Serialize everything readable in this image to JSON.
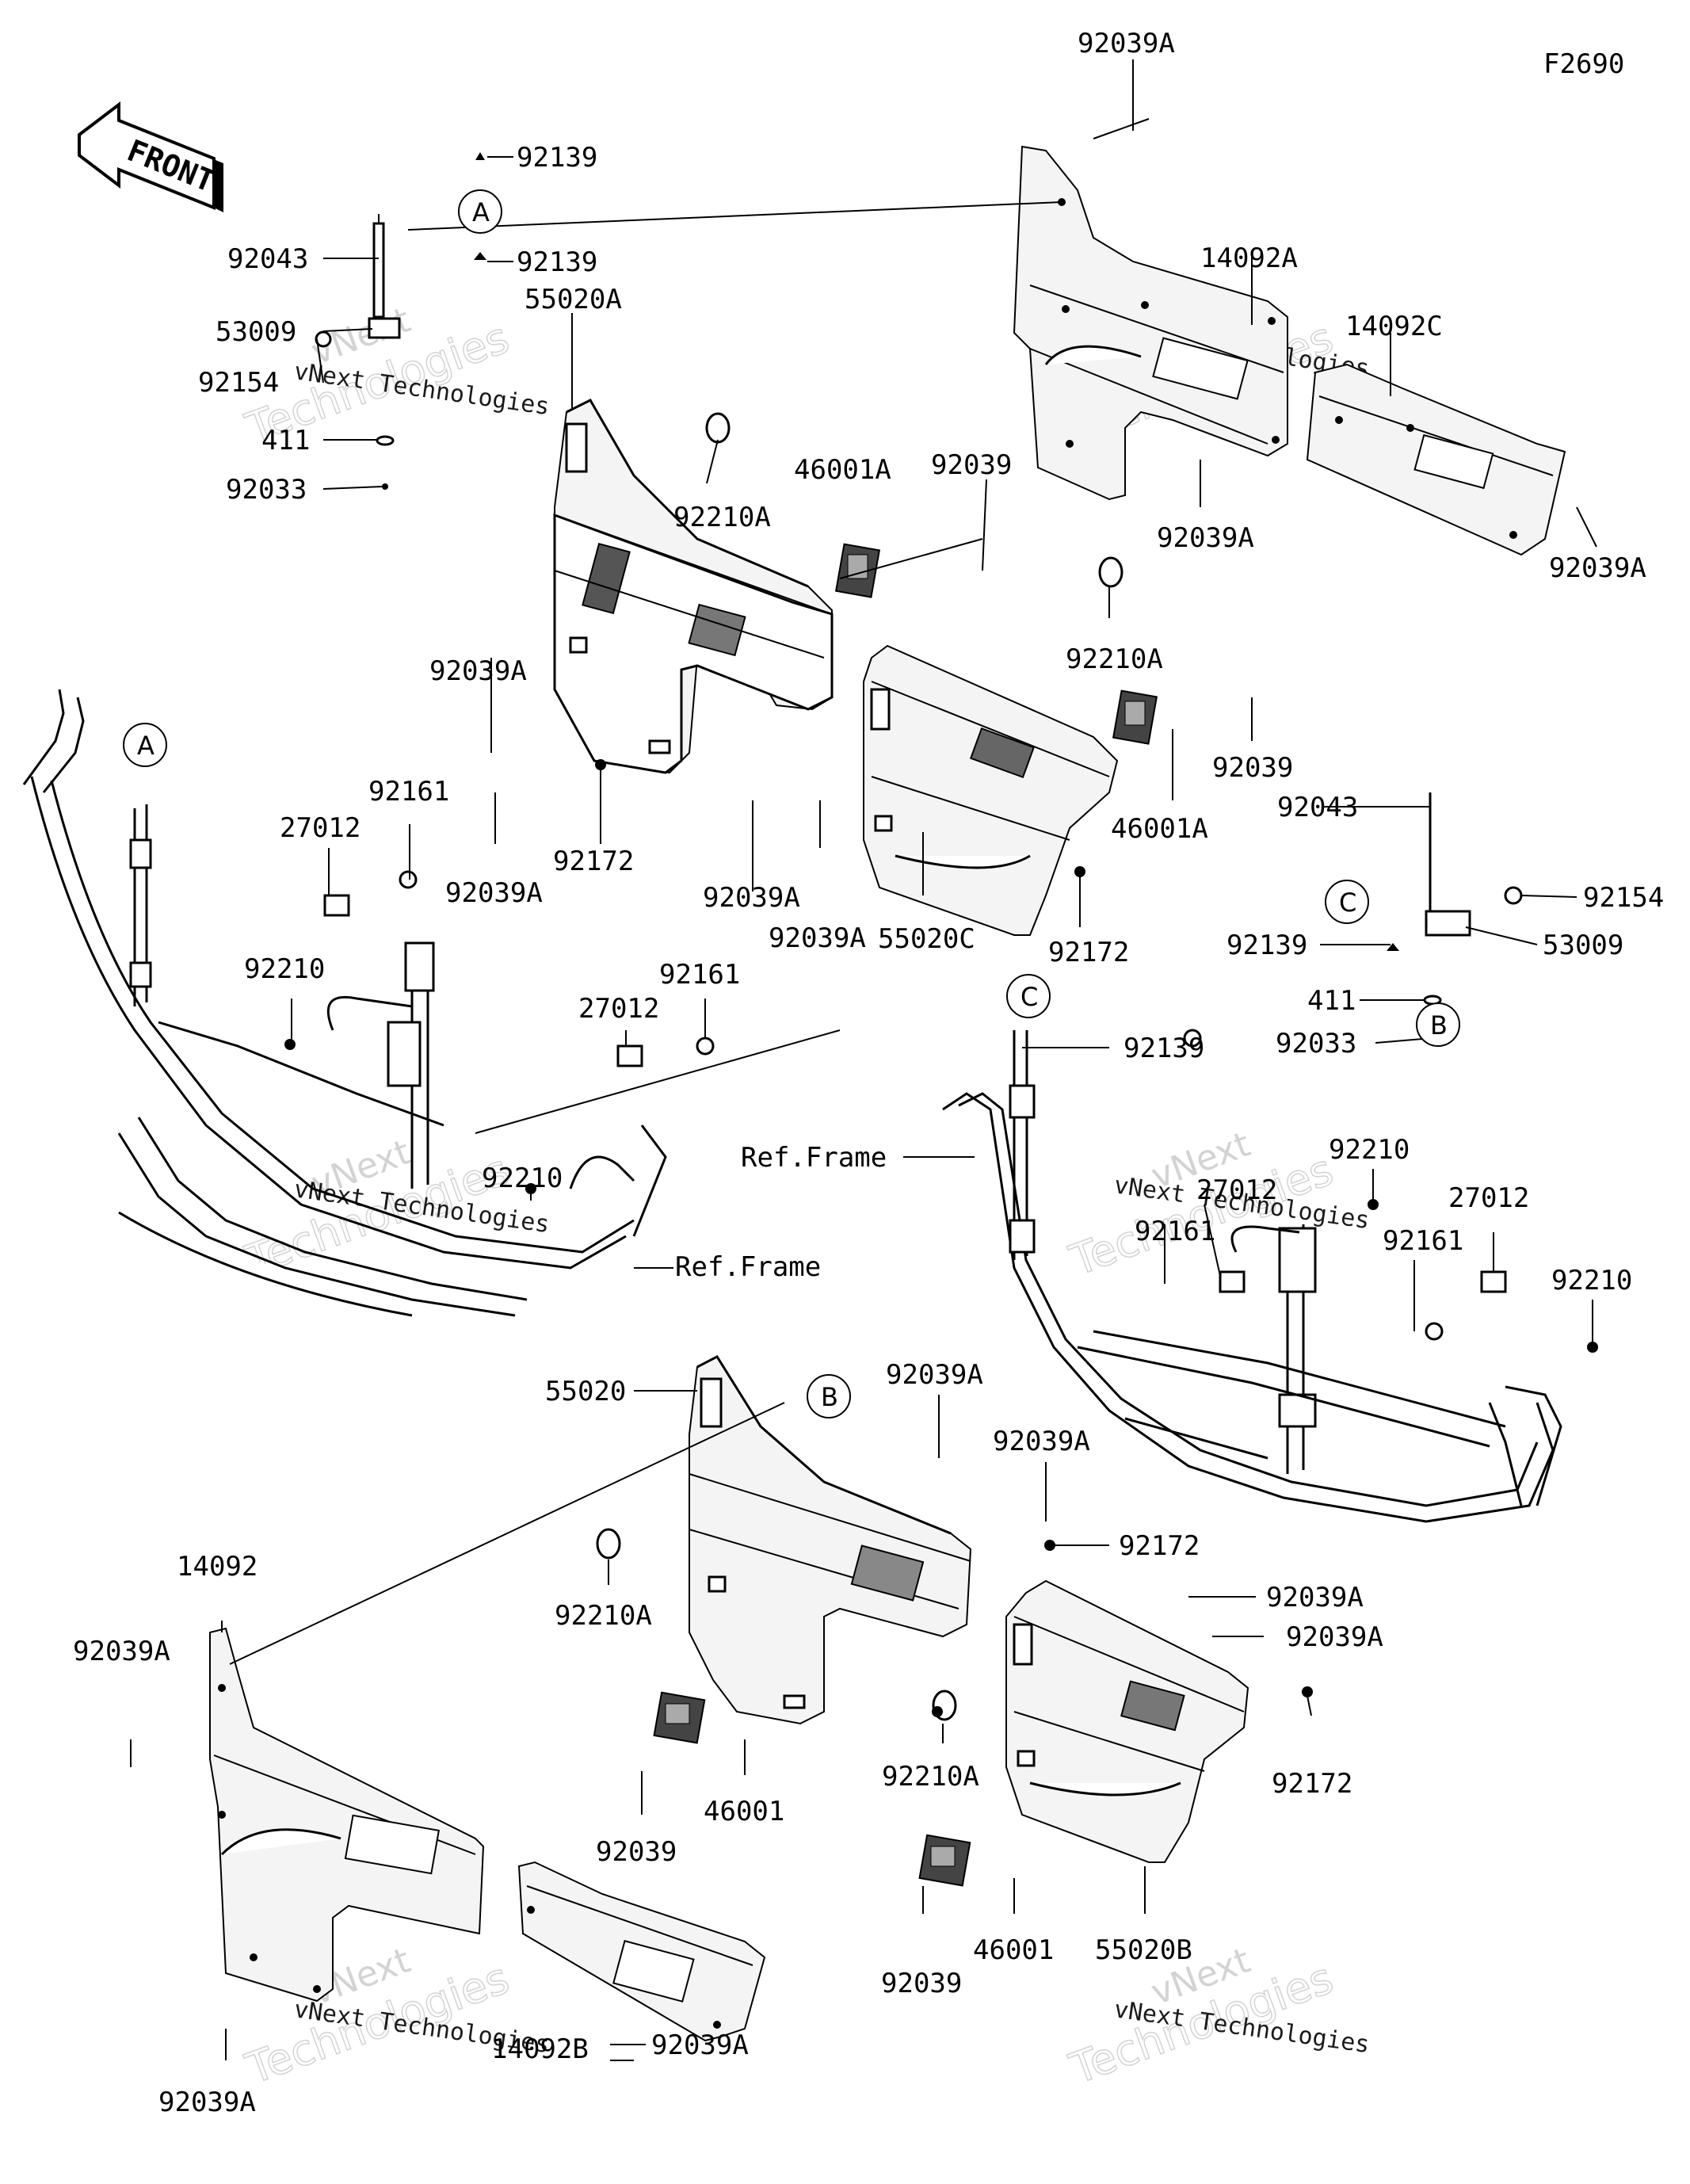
{
  "diagram_code": "F2690",
  "front_arrow": {
    "label": "FRONT",
    "icon": "front-arrow-icon"
  },
  "labels": [
    {
      "id": "l01",
      "text": "92039A"
    },
    {
      "id": "l02",
      "text": "92139"
    },
    {
      "id": "l03",
      "text": "92139"
    },
    {
      "id": "l04",
      "text": "92043"
    },
    {
      "id": "l05",
      "text": "53009"
    },
    {
      "id": "l06",
      "text": "92154"
    },
    {
      "id": "l07",
      "text": "411"
    },
    {
      "id": "l08",
      "text": "92033"
    },
    {
      "id": "l09",
      "text": "55020A"
    },
    {
      "id": "l10",
      "text": "92210A"
    },
    {
      "id": "l11",
      "text": "46001A"
    },
    {
      "id": "l12",
      "text": "92039"
    },
    {
      "id": "l13",
      "text": "14092A"
    },
    {
      "id": "l14",
      "text": "14092C"
    },
    {
      "id": "l15",
      "text": "92039A"
    },
    {
      "id": "l16",
      "text": "92039A"
    },
    {
      "id": "l17",
      "text": "92210A"
    },
    {
      "id": "l18",
      "text": "92039"
    },
    {
      "id": "l19",
      "text": "46001A"
    },
    {
      "id": "l20",
      "text": "92039A"
    },
    {
      "id": "l21",
      "text": "92161"
    },
    {
      "id": "l22",
      "text": "27012"
    },
    {
      "id": "l23",
      "text": "92039A"
    },
    {
      "id": "l24",
      "text": "92172"
    },
    {
      "id": "l25",
      "text": "92039A"
    },
    {
      "id": "l26",
      "text": "92039A"
    },
    {
      "id": "l27",
      "text": "55020C"
    },
    {
      "id": "l28",
      "text": "92172"
    },
    {
      "id": "l29",
      "text": "92043"
    },
    {
      "id": "l30",
      "text": "92154"
    },
    {
      "id": "l31",
      "text": "92139"
    },
    {
      "id": "l32",
      "text": "53009"
    },
    {
      "id": "l33",
      "text": "411"
    },
    {
      "id": "l34",
      "text": "92033"
    },
    {
      "id": "l35",
      "text": "92210"
    },
    {
      "id": "l36",
      "text": "92161"
    },
    {
      "id": "l37",
      "text": "27012"
    },
    {
      "id": "l38",
      "text": "92210"
    },
    {
      "id": "l39",
      "text": "92139"
    },
    {
      "id": "l40",
      "text": "92210"
    },
    {
      "id": "l41",
      "text": "27012"
    },
    {
      "id": "l42",
      "text": "27012"
    },
    {
      "id": "l43",
      "text": "92161"
    },
    {
      "id": "l44",
      "text": "92161"
    },
    {
      "id": "l45",
      "text": "92210"
    },
    {
      "id": "l46",
      "text": "55020"
    },
    {
      "id": "l47",
      "text": "92039A"
    },
    {
      "id": "l48",
      "text": "92039A"
    },
    {
      "id": "l49",
      "text": "92172"
    },
    {
      "id": "l50",
      "text": "14092"
    },
    {
      "id": "l51",
      "text": "92039A"
    },
    {
      "id": "l52",
      "text": "92210A"
    },
    {
      "id": "l53",
      "text": "92039A"
    },
    {
      "id": "l54",
      "text": "92039A"
    },
    {
      "id": "l55",
      "text": "92210A"
    },
    {
      "id": "l56",
      "text": "92172"
    },
    {
      "id": "l57",
      "text": "46001"
    },
    {
      "id": "l58",
      "text": "92039"
    },
    {
      "id": "l59",
      "text": "46001"
    },
    {
      "id": "l60",
      "text": "55020B"
    },
    {
      "id": "l61",
      "text": "92039"
    },
    {
      "id": "l62",
      "text": "14092B"
    },
    {
      "id": "l63",
      "text": "92039A"
    },
    {
      "id": "l64",
      "text": "92039A"
    }
  ],
  "ref_labels": [
    {
      "id": "r1",
      "text": "Ref.Frame"
    },
    {
      "id": "r2",
      "text": "Ref.Frame"
    }
  ],
  "callouts": [
    {
      "id": "cA1",
      "letter": "A"
    },
    {
      "id": "cA2",
      "letter": "A"
    },
    {
      "id": "cB1",
      "letter": "B"
    },
    {
      "id": "cB2",
      "letter": "B"
    },
    {
      "id": "cC1",
      "letter": "C"
    },
    {
      "id": "cC2",
      "letter": "C"
    }
  ],
  "watermark": {
    "line1": "vNext",
    "line2": "Technologies",
    "line3": "vNext Technologies"
  }
}
